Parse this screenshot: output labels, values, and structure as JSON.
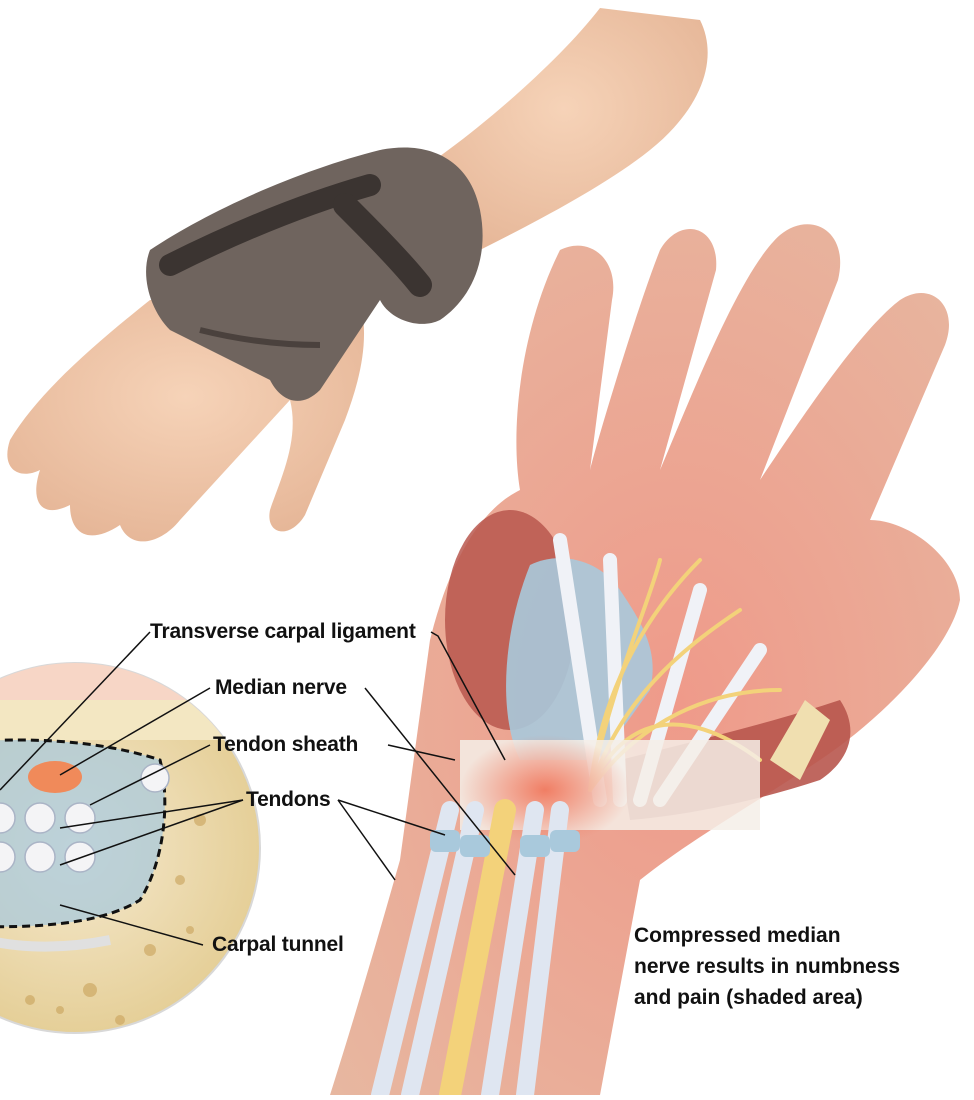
{
  "labels": {
    "transverse_carpal_ligament": "Transverse carpal ligament",
    "median_nerve": "Median nerve",
    "tendon_sheath": "Tendon sheath",
    "tendons": "Tendons",
    "carpal_tunnel": "Carpal tunnel"
  },
  "caption": {
    "line1": "Compressed median",
    "line2": "nerve results in numbness",
    "line3": "and pain (shaded area)"
  },
  "colors": {
    "skin": "#f2c6a6",
    "palm": "#e9a89a",
    "muscle": "#b8574e",
    "nerve": "#f3d27a",
    "tendon": "#dfe6f1",
    "sheath": "#a9c9dc",
    "ligament": "#f4efe8",
    "brace": "#6f645e",
    "bone": "#e8d49c",
    "pain_area": "#f08a6a"
  }
}
